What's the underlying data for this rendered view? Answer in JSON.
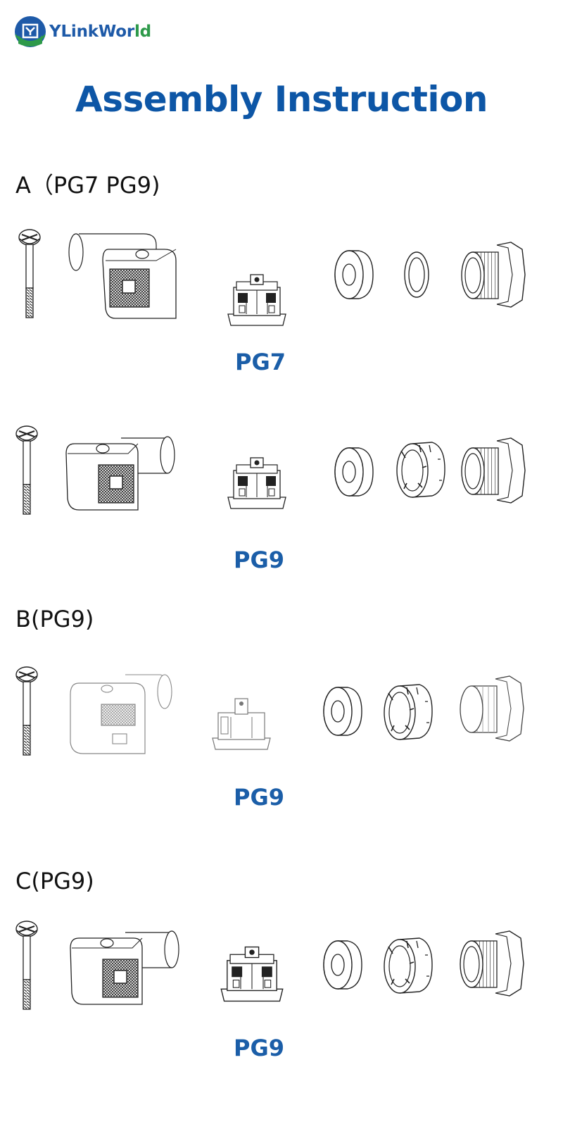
{
  "brand": {
    "name_part1": "YLinkWor",
    "name_part2": "ld",
    "logo_colors": {
      "blue": "#1e5aa8",
      "green": "#2e9a4a"
    }
  },
  "title": "Assembly Instruction",
  "title_color": "#0d56a6",
  "sections": {
    "a": {
      "heading": "A（PG7 PG9)",
      "variants": [
        {
          "label": "PG7"
        },
        {
          "label": "PG9"
        }
      ]
    },
    "b": {
      "heading": "B(PG9)",
      "label": "PG9"
    },
    "c": {
      "heading": "C(PG9)",
      "label": "PG9"
    }
  },
  "icons": [
    "screw-icon",
    "housing-icon",
    "terminal-block-icon",
    "seal-ring-icon",
    "washer-icon",
    "clamp-ring-icon",
    "gland-nut-icon"
  ]
}
